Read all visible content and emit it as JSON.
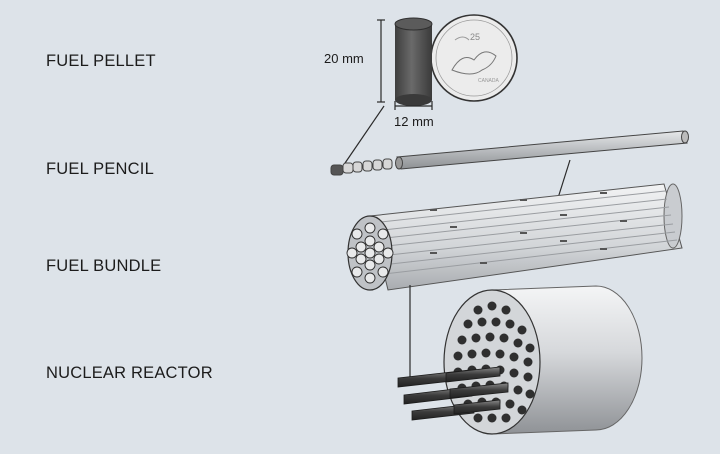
{
  "labels": {
    "pellet": "FUEL PELLET",
    "pencil": "FUEL PENCIL",
    "bundle": "FUEL BUNDLE",
    "reactor": "NUCLEAR REACTOR"
  },
  "dimensions": {
    "height": "20 mm",
    "diameter": "12 mm"
  },
  "coin": {
    "value": "25",
    "text": "CANADA"
  },
  "colors": {
    "background": "#dde3e9",
    "pellet": "#555555",
    "tube": "#c4c7ca",
    "line": "#2a2a2a"
  }
}
